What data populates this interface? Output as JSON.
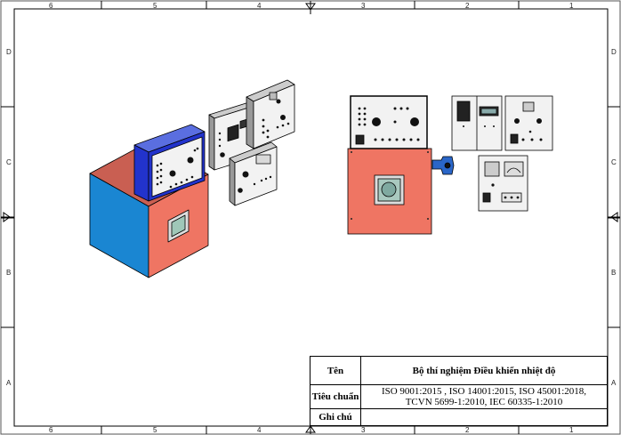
{
  "zones": {
    "columns": [
      "6",
      "5",
      "4",
      "3",
      "2",
      "1"
    ],
    "rows": [
      "D",
      "C",
      "B",
      "A"
    ]
  },
  "title_block": {
    "name_label": "Tên",
    "name_value": "Bộ thí nghiệm Điều khiển nhiệt độ",
    "standard_label": "Tiêu chuẩn",
    "standard_value_line1": "ISO 9001:2015 , ISO 14001:2015, ISO 45001:2018,",
    "standard_value_line2": "TCVN 5699-1:2010, IEC 60335-1:2010",
    "note_label": "Ghi chú",
    "note_value": ""
  },
  "colors": {
    "cabinet_front": "#ef7563",
    "cabinet_side": "#1a86d2",
    "cabinet_top": "#c95f52",
    "panel_blue": "#2233cc",
    "panel_face": "#f2f2f2",
    "outline": "#000000",
    "knob_blue": "#2a66c8"
  }
}
